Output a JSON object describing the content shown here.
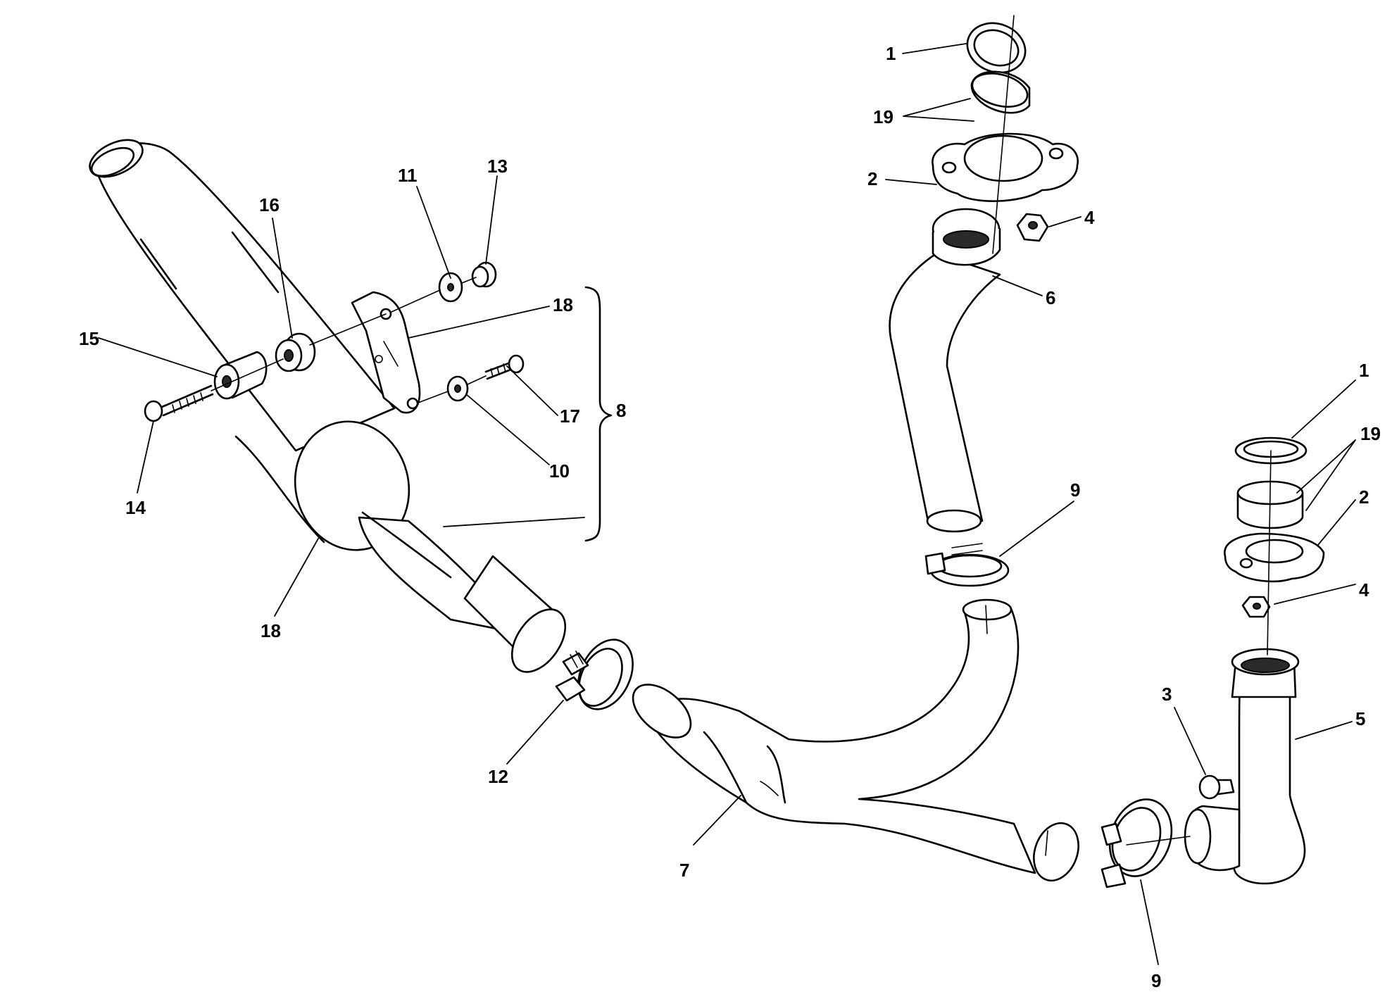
{
  "diagram": {
    "callouts": [
      "1",
      "19",
      "2",
      "4",
      "6",
      "11",
      "13",
      "16",
      "18",
      "15",
      "17",
      "8",
      "10",
      "14",
      "9",
      "18",
      "12",
      "7",
      "1",
      "19",
      "2",
      "4",
      "3",
      "5",
      "9"
    ]
  }
}
